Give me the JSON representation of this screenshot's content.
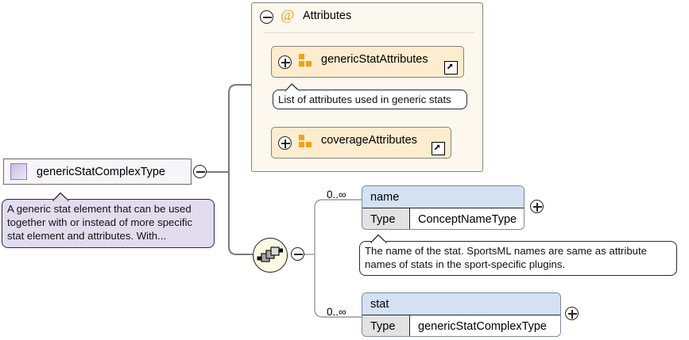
{
  "diagram": {
    "kind": "xml-schema-component-diagram",
    "root": {
      "name": "genericStatComplexType",
      "icon": "complex-type-swatch",
      "expander": "minus",
      "documentation": "A generic stat element that can be used\ntogether with or instead of more specific\nstat element and attributes. With..."
    },
    "attributes_panel": {
      "title": "Attributes",
      "symbol": "@",
      "expander": "minus",
      "groups": [
        {
          "label": "genericStatAttributes",
          "expander": "plus",
          "icon": "attribute-group-icon",
          "external_link": true,
          "documentation": "List of attributes used in generic stats"
        },
        {
          "label": "coverageAttributes",
          "expander": "plus",
          "icon": "attribute-group-icon",
          "external_link": true,
          "documentation": null
        }
      ]
    },
    "compositor": {
      "type": "sequence",
      "icon": "sequence-icon",
      "expander": "minus"
    },
    "elements": [
      {
        "name": "name",
        "occurrence": "0..∞",
        "type_key": "Type",
        "type_value": "ConceptNameType",
        "expander": "plus",
        "documentation": "The name of the stat. SportsML names are same as attribute\nnames of stats in the sport-specific plugins."
      },
      {
        "name": "stat",
        "occurrence": "0..∞",
        "type_key": "Type",
        "type_value": "genericStatComplexType",
        "expander": "plus",
        "documentation": null
      }
    ],
    "colors": {
      "background": "#ffffff",
      "element_header": "#d3e1f3",
      "type_key_cell": "#e2e2e2",
      "attribute_panel": "#fdf8ef",
      "attribute_group": "#fdeccd",
      "attribute_accent": "#f2a01d",
      "root_box": "#f7f4fa",
      "root_doc_bubble": "#e3dcef",
      "connector": "#7a7a7a",
      "sequence_circle": "#fbfbe3"
    }
  }
}
